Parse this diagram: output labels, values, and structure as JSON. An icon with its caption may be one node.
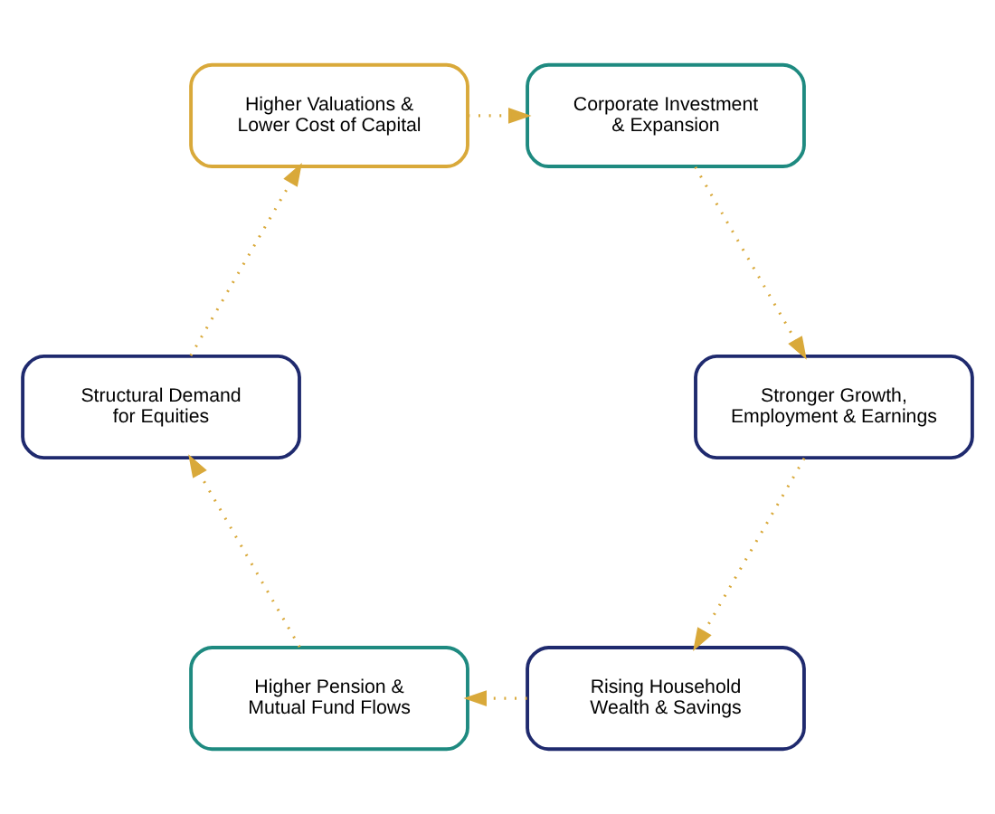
{
  "diagram": {
    "nodes": [
      {
        "text": [
          "Rising Household Wealth & Savings"
        ]
      },
      {
        "text": [
          "Higher Pension & Mutual Fund Flows"
        ]
      },
      {
        "text": [
          "Structural Demand for Equities"
        ]
      },
      {
        "text": [
          "Higher Valuations & Lower Cost of Capital"
        ]
      },
      {
        "text": [
          "Corporate Investment & Expansion"
        ]
      },
      {
        "text": [
          "Stronger Growth, Employment & Earnings"
        ]
      }
    ],
    "edges": [
      {
        "from": 0,
        "to": 1,
        "arrow": "to"
      },
      {
        "from": 1,
        "to": 2,
        "arrow": "to"
      },
      {
        "from": 2,
        "to": 3,
        "arrow": "to"
      },
      {
        "from": 3,
        "to": 4,
        "arrow": "to"
      },
      {
        "from": 4,
        "to": 5,
        "arrow": "to"
      },
      {
        "from": 5,
        "to": 0,
        "arrow": "to"
      }
    ]
  }
}
